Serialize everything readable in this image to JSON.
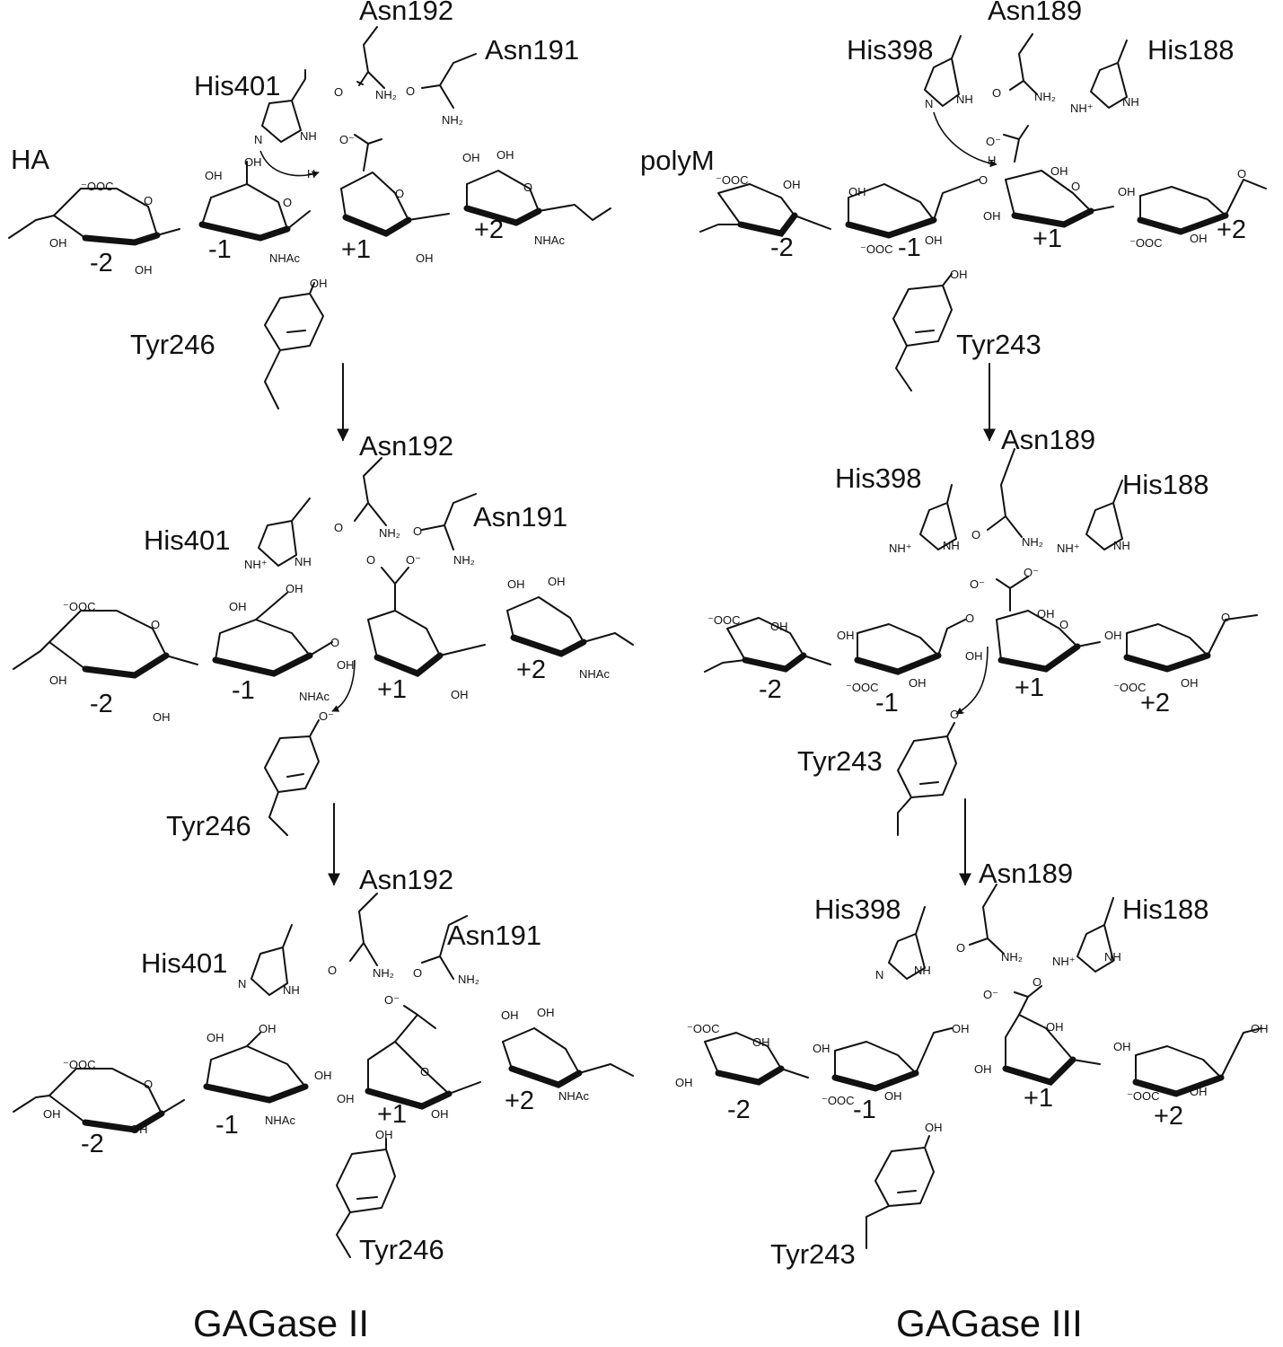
{
  "gagase2": {
    "title": "GAGase II",
    "substrate": "HA",
    "stage1": {
      "asn192": "Asn192",
      "asn191": "Asn191",
      "his401": "His401",
      "tyr246": "Tyr246",
      "pos_m2": "-2",
      "pos_m1": "-1",
      "pos_p1": "+1",
      "pos_p2": "+2"
    },
    "stage2": {
      "asn192": "Asn192",
      "asn191": "Asn191",
      "his401": "His401",
      "tyr246": "Tyr246",
      "pos_m2": "-2",
      "pos_m1": "-1",
      "pos_p1": "+1",
      "pos_p2": "+2"
    },
    "stage3": {
      "asn192": "Asn192",
      "asn191": "Asn191",
      "his401": "His401",
      "tyr246": "Tyr246",
      "pos_m2": "-2",
      "pos_m1": "-1",
      "pos_p1": "+1",
      "pos_p2": "+2"
    }
  },
  "gagase3": {
    "title": "GAGase III",
    "substrate": "polyM",
    "stage1": {
      "asn189": "Asn189",
      "his398": "His398",
      "his188": "His188",
      "tyr243": "Tyr243",
      "pos_m2": "-2",
      "pos_m1": "-1",
      "pos_p1": "+1",
      "pos_p2": "+2"
    },
    "stage2": {
      "asn189": "Asn189",
      "his398": "His398",
      "his188": "His188",
      "tyr243": "Tyr243",
      "pos_m2": "-2",
      "pos_m1": "-1",
      "pos_p1": "+1",
      "pos_p2": "+2"
    },
    "stage3": {
      "asn189": "Asn189",
      "his398": "His398",
      "his188": "His188",
      "tyr243": "Tyr243",
      "pos_m2": "-2",
      "pos_m1": "-1",
      "pos_p1": "+1",
      "pos_p2": "+2"
    }
  },
  "chem": {
    "oh": "OH",
    "nhac": "NHAc",
    "ooc": "⁻OOC",
    "nh2": "NH₂",
    "nh": "NH",
    "n": "N",
    "nhplus": "NH⁺",
    "ominus": "O⁻",
    "o": "O",
    "h": "H"
  }
}
